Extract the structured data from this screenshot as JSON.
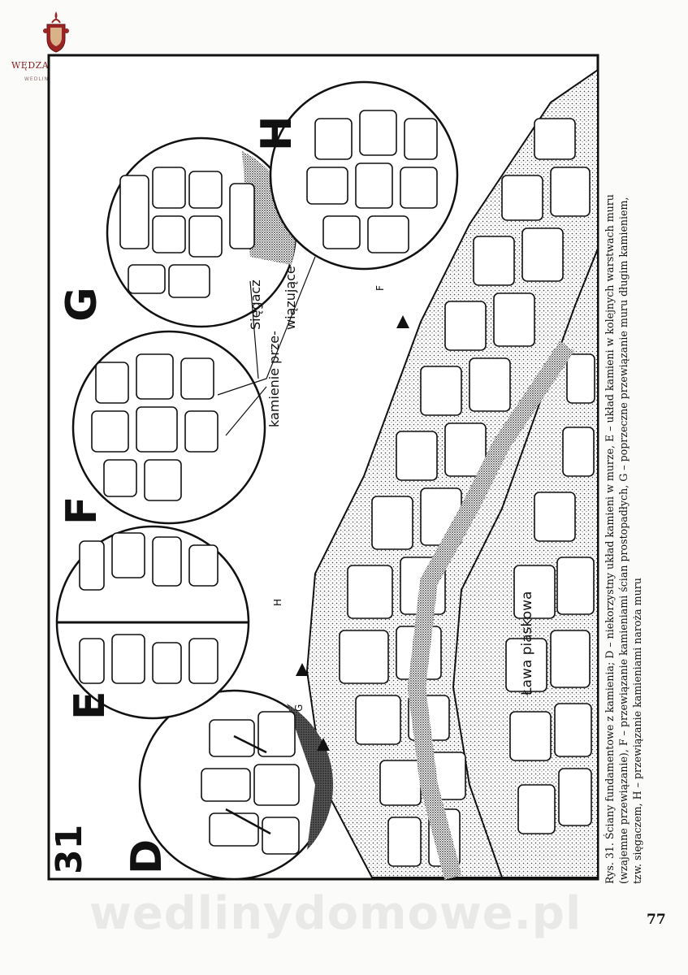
{
  "logo": {
    "name": "WĘDZARNICZA BRAĆ",
    "site": "WEDLINYDOMOWE.PL"
  },
  "figure": {
    "number": "31",
    "panel_letters": [
      "D",
      "E",
      "F",
      "G",
      "H"
    ],
    "labels": {
      "siegacz": "Sięgacz",
      "kamienie_1": "kamienie prze-",
      "kamienie_2": "wiązujące",
      "lawa": "Ława piaskowa",
      "arrow_f": "F",
      "arrow_g": "G",
      "arrow_h": "H"
    }
  },
  "caption": {
    "lines": [
      "Rys. 31. Ściany fundamentowe z kamienia; D – niekorzystny układ kamieni w murze, E – układ kamieni w kolejnych warstwach muru",
      "(wzajemne przewiązanie), F – przewiązanie kamieniami ścian prostopadłych, G – poprzeczne przewiązanie muru długim kamieniem,",
      "tzw. sięgaczem, H – przewiązanie kamieniami naroża muru"
    ]
  },
  "page_number": "77",
  "watermark": "wedlinydomowe.pl"
}
